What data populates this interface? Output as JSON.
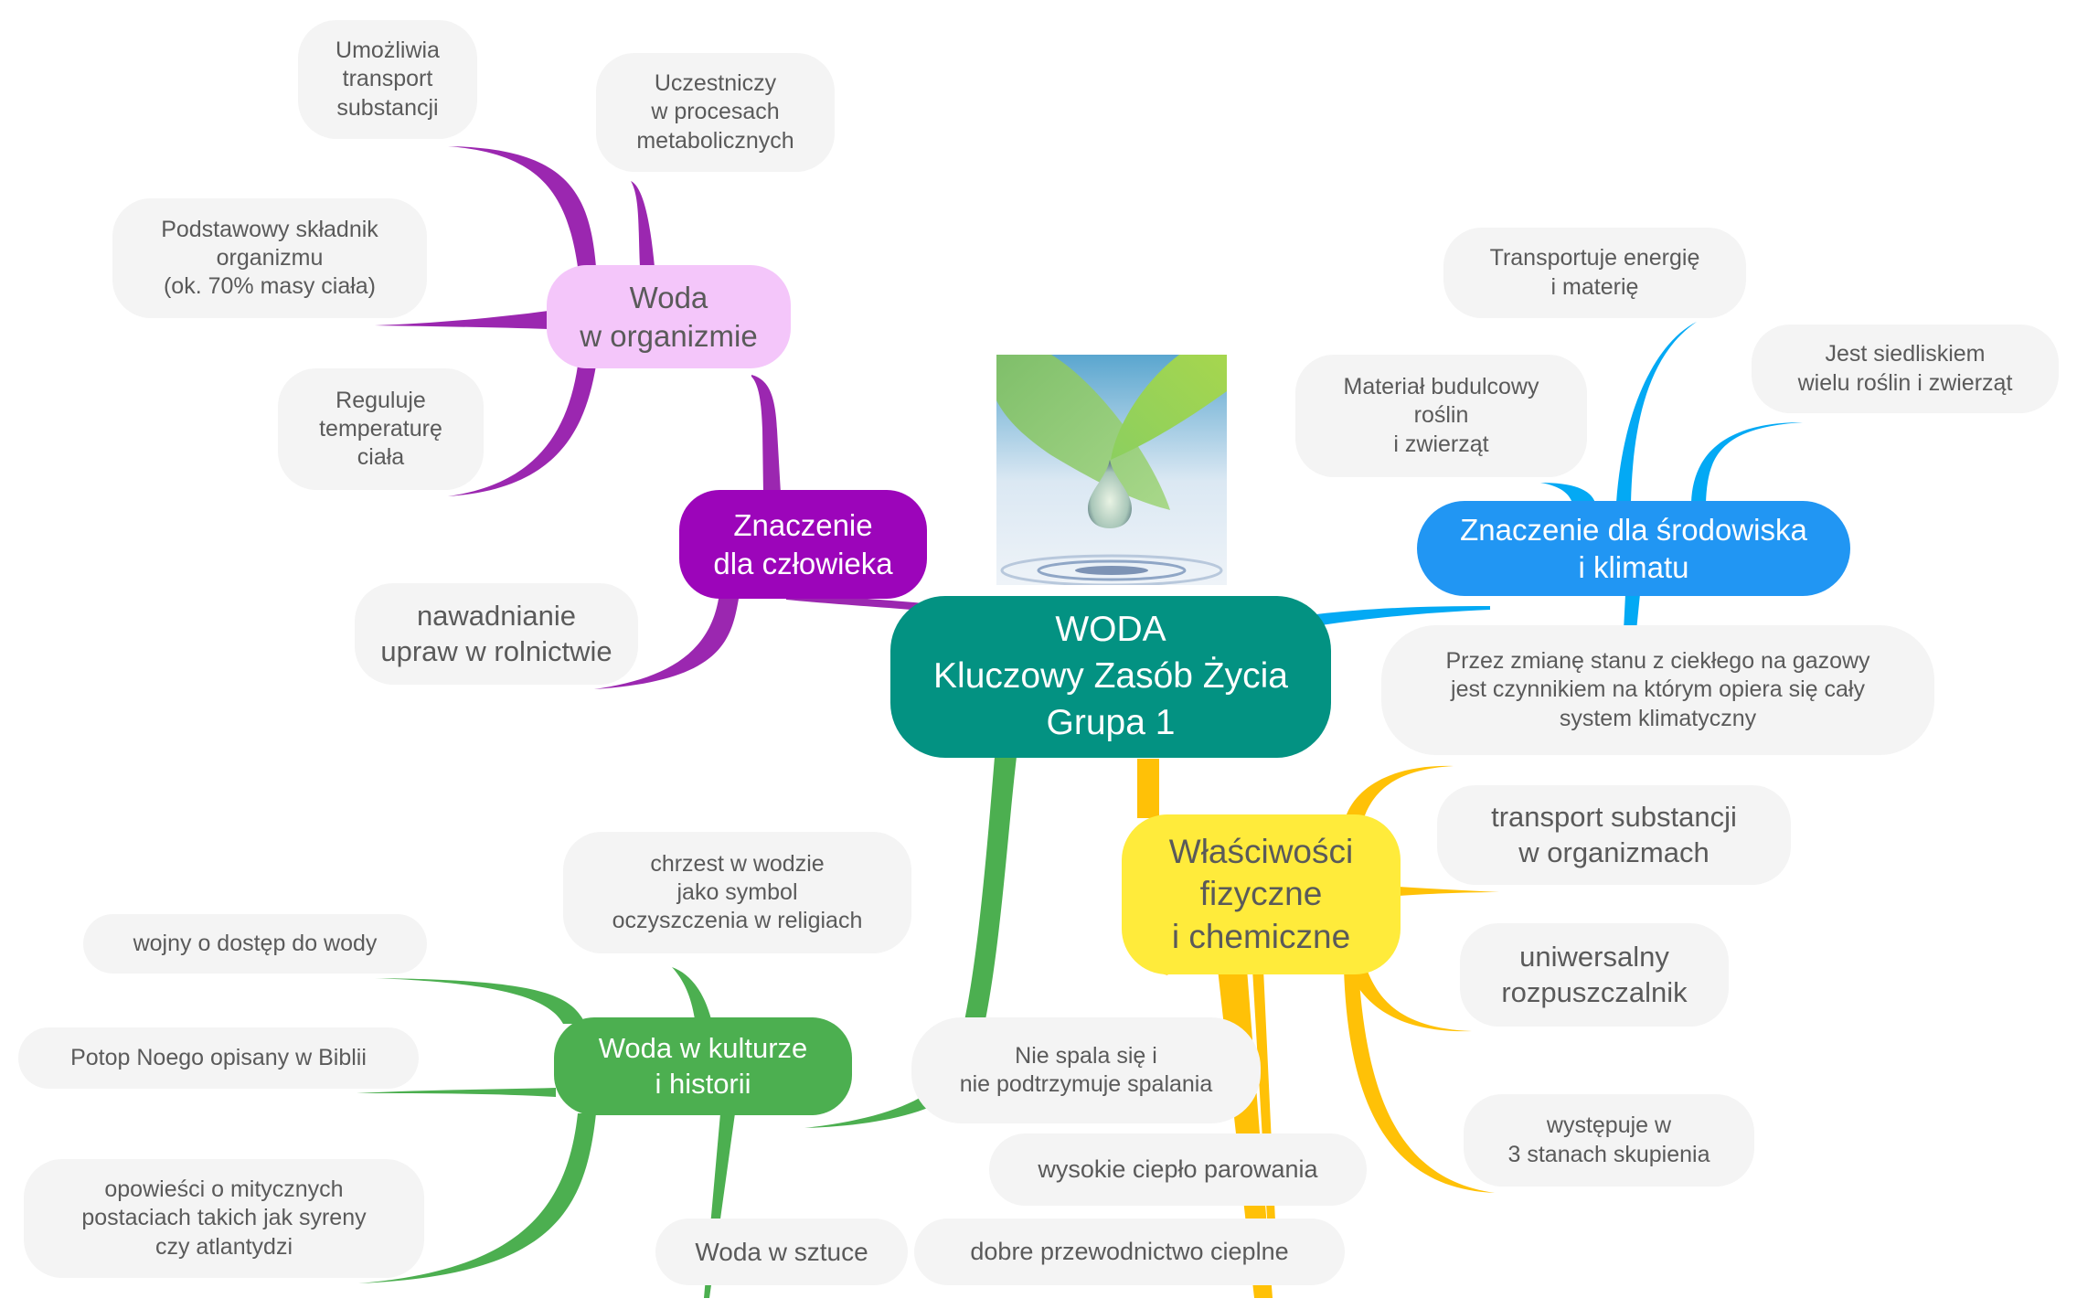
{
  "colors": {
    "central": "#039282",
    "purple_branch": "#9c05ba",
    "purple_link": "#9b27b0",
    "pink_subbranch": "#f4c6fa",
    "blue_branch": "#2196f3",
    "blue_link": "#03a9f4",
    "yellow_branch": "#ffeb3b",
    "yellow_link": "#ffc107",
    "green_branch": "#4caf50",
    "leaf_bg": "#f4f4f4",
    "leaf_text": "#5a5a5a"
  },
  "central": {
    "text": "WODA\nKluczowy Zasób Życia\nGrupa 1",
    "image": "water-drop-leaf-image"
  },
  "human": {
    "title": "Znaczenie\ndla człowieka",
    "organism": {
      "title": "Woda\nw organizmie",
      "items": [
        "Umożliwia\ntransport\nsubstancji",
        "Uczestniczy\nw procesach\nmetabolicznych",
        "Podstawowy składnik\norganizmu\n(ok. 70% masy ciała)",
        "Reguluje\ntemperaturę\nciała"
      ]
    },
    "items": [
      "nawadnianie\nupraw w rolnictwie"
    ]
  },
  "environment": {
    "title": "Znaczenie dla środowiska\ni klimatu",
    "items": [
      "Transportuje energię\ni materię",
      "Materiał budulcowy\nroślin\ni zwierząt",
      "Jest siedliskiem\nwielu roślin i zwierząt",
      "Przez zmianę stanu z ciekłego na gazowy\njest czynnikiem na którym opiera się cały\nsystem klimatyczny"
    ]
  },
  "properties": {
    "title": "Właściwości\nfizyczne\ni chemiczne",
    "items": [
      "transport substancji\nw organizmach",
      "uniwersalny\nrozpuszczalnik",
      "występuje w\n3 stanach skupienia",
      "Nie spala się i\nnie podtrzymuje spalania",
      "wysokie ciepło parowania",
      "dobre przewodnictwo cieplne"
    ]
  },
  "culture": {
    "title": "Woda w kulturze\ni historii",
    "items": [
      "chrzest w wodzie\njako symbol\noczyszczenia w religiach",
      "wojny o dostęp do wody",
      "Potop Noego opisany w Biblii",
      "opowieści o mitycznych\npostaciach takich jak syreny\nczy atlantydzi",
      "Woda w sztuce"
    ]
  }
}
